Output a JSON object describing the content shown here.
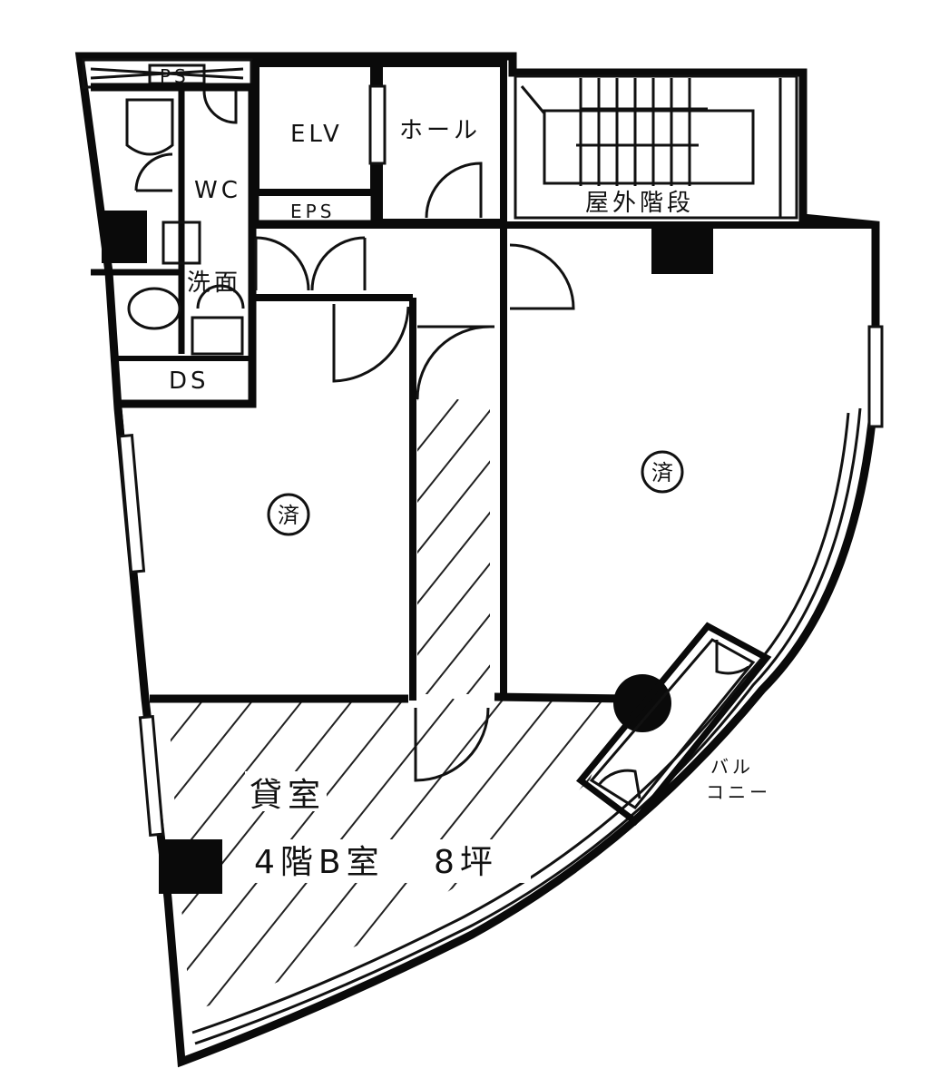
{
  "labels": {
    "ps": "PS",
    "elv": "ELV",
    "hall": "ホール",
    "wc": "WC",
    "eps": "EPS",
    "outdoor_stairs": "屋外階段",
    "washroom": "洗面",
    "ds": "DS",
    "leased_1": "済",
    "leased_2": "済",
    "for_rent": "貸室",
    "unit": "4階B室",
    "area": "8坪",
    "balcony_1": "バル",
    "balcony_2": "コニー"
  },
  "colors": {
    "ink": "#0a0a0a",
    "paper": "#ffffff"
  }
}
